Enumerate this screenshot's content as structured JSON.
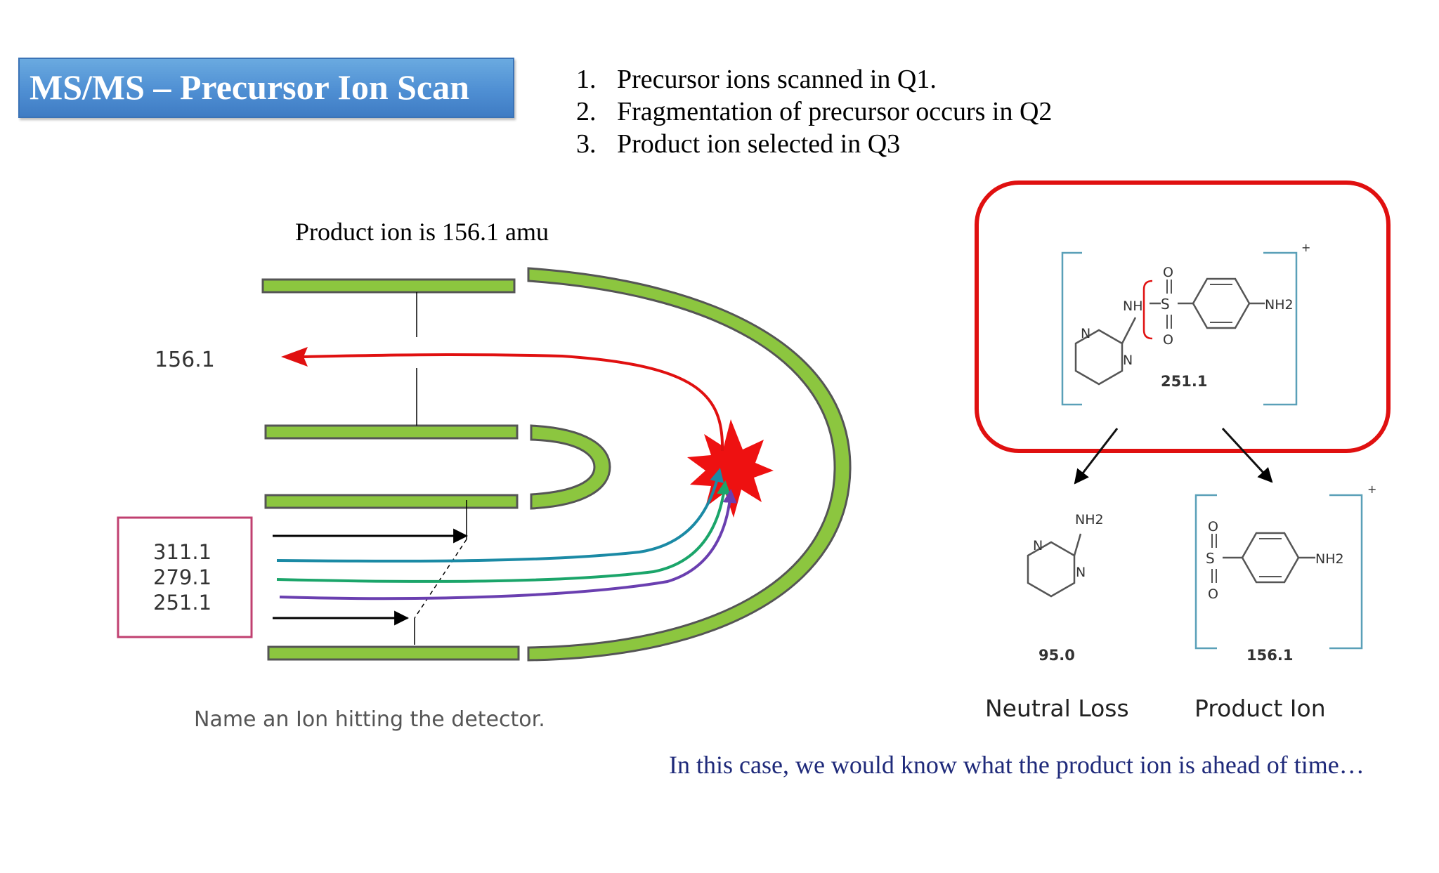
{
  "slide": {
    "title": "MS/MS – Precursor Ion Scan",
    "steps": [
      {
        "number": "1.",
        "text": "Precursor ions scanned in Q1."
      },
      {
        "number": "2.",
        "text": "Fragmentation of precursor occurs in Q2"
      },
      {
        "number": "3.",
        "text": "Product ion selected in Q3"
      }
    ],
    "footnote": "In this case, we would know what the product ion is ahead of time…",
    "title_color": "#4f8fd3",
    "footnote_color": "#1f2a7a"
  },
  "instrument": {
    "header": "Product ion is 156.1 amu",
    "output_label": "156.1",
    "precursors": [
      "311.1",
      "279.1",
      "251.1"
    ],
    "caption": "Name an Ion hitting the detector.",
    "rod_color": "#8cc63f",
    "ion_colors": {
      "output": "#e01010",
      "teal": "#1b8aa5",
      "green": "#1ba56a",
      "purple": "#6a3fb0"
    }
  },
  "molecules": {
    "precursor": {
      "mass": "251.1",
      "charge": "+",
      "labels": {
        "nh": "NH",
        "s": "S",
        "o_top": "O",
        "o_bottom": "O",
        "nh2": "NH2",
        "n_top": "N",
        "n_bottom": "N"
      }
    },
    "neutral": {
      "mass": "95.0",
      "label": "Neutral Loss",
      "labels": {
        "nh2": "NH2",
        "n_top": "N",
        "n_bottom": "N"
      }
    },
    "product": {
      "mass": "156.1",
      "label": "Product Ion",
      "charge": "+",
      "labels": {
        "s": "S",
        "o_top": "O",
        "o_bottom": "O",
        "nh2": "NH2"
      }
    }
  }
}
